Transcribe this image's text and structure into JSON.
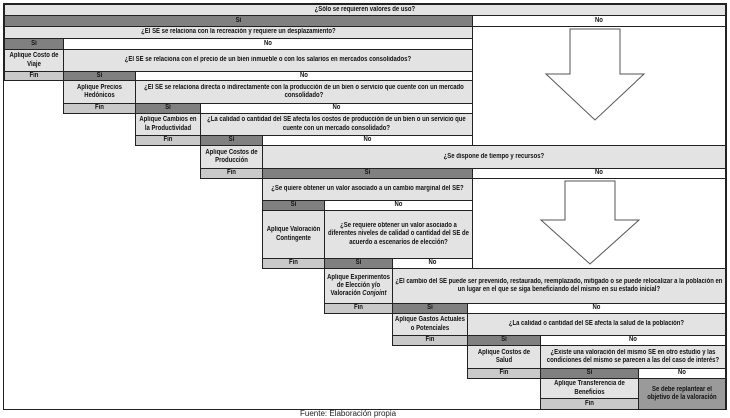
{
  "q_use_values": "¿Sólo se requieren valores de uso?",
  "yes": "Sí",
  "no": "No",
  "end": "Fin",
  "q_recreation": "¿El SE se relaciona con la recreación y requiere un desplazamiento?",
  "m_travel_cost": "Aplique Costo de Viaje",
  "q_property": "¿El SE se relaciona con el precio de un bien inmueble o con los salarios en mercados consolidados?",
  "m_hedonic": "Aplique Precios Hedónicos",
  "q_production": "¿El SE se relaciona directa o indirectamente con la producción de un bien o servicio que cuente con un mercado consolidado?",
  "m_productivity": "Aplique Cambios en la Productividad",
  "q_costs": "¿La calidad o cantidad del SE afecta los costos de producción de un bien o un servicio que cuente con un mercado consolidado?",
  "m_production_costs": "Aplique Costos de Producción",
  "q_time": "¿Se dispone de tiempo y recursos?",
  "q_marginal": "¿Se quiere obtener un valor asociado a un cambio marginal del SE?",
  "m_contingent": "Aplique Valoración Contingente",
  "q_choice": "¿Se requiere obtener un valor asociado a diferentes niveles de calidad o cantidad del SE de acuerdo a escenarios de elección?",
  "m_choice_exp": "Aplique Experimentos de Elección y/o Valoración",
  "m_conjoint": "Conjoint",
  "q_prevent": "¿El cambio del SE puede ser prevenido, restaurado, reemplazado, mitigado o se puede relocalizar a la población en un lugar en el que se siga beneficiando del mismo en su estado inicial?",
  "m_actual_costs": "Aplique Gastos Actuales o Potenciales",
  "q_health": "¿La calidad o cantidad del SE afecta la salud de la población?",
  "m_health_costs": "Aplique Costos de Salud",
  "q_transfer": "¿Existe una valoración del mismo SE en otro estudio y las condiciones del mismo se parecen a las del caso de interés?",
  "m_transfer": "Aplique Transferencia de Beneficios",
  "reconsider": "Se debe replantear el objetivo de la valoración",
  "footer": "Fuente: Elaboración propia",
  "colors": {
    "question": "#e3e3e3",
    "yes": "#808080",
    "no": "#ffffff",
    "end": "#c9c9c9"
  }
}
